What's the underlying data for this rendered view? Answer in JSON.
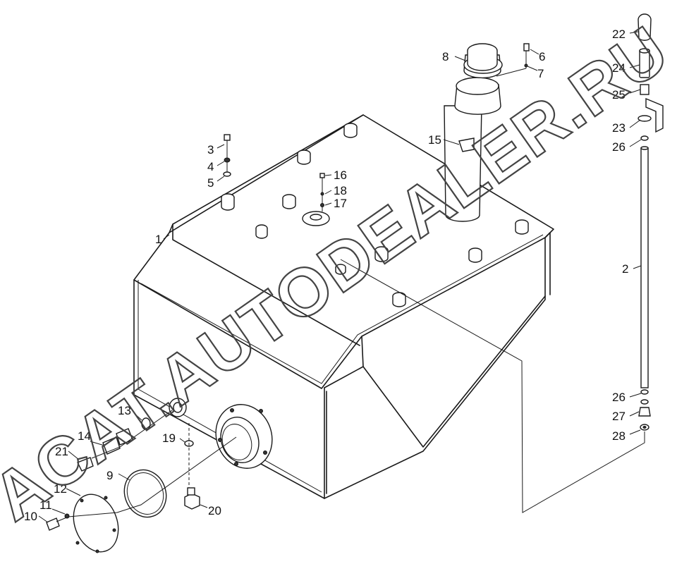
{
  "watermark": "ACAT.AUTODEALER.RU",
  "callouts": [
    {
      "id": "1",
      "label": "1"
    },
    {
      "id": "2",
      "label": "2"
    },
    {
      "id": "3",
      "label": "3"
    },
    {
      "id": "4",
      "label": "4"
    },
    {
      "id": "5",
      "label": "5"
    },
    {
      "id": "6",
      "label": "6"
    },
    {
      "id": "7",
      "label": "7"
    },
    {
      "id": "8",
      "label": "8"
    },
    {
      "id": "9",
      "label": "9"
    },
    {
      "id": "10",
      "label": "10"
    },
    {
      "id": "11",
      "label": "11"
    },
    {
      "id": "12",
      "label": "12"
    },
    {
      "id": "13",
      "label": "13"
    },
    {
      "id": "14",
      "label": "14"
    },
    {
      "id": "15",
      "label": "15"
    },
    {
      "id": "16",
      "label": "16"
    },
    {
      "id": "17",
      "label": "17"
    },
    {
      "id": "18",
      "label": "18"
    },
    {
      "id": "19",
      "label": "19"
    },
    {
      "id": "20",
      "label": "20"
    },
    {
      "id": "21",
      "label": "21"
    },
    {
      "id": "22",
      "label": "22"
    },
    {
      "id": "23",
      "label": "23"
    },
    {
      "id": "24",
      "label": "24"
    },
    {
      "id": "25",
      "label": "25"
    },
    {
      "id": "26a",
      "label": "26"
    },
    {
      "id": "26b",
      "label": "26"
    },
    {
      "id": "27",
      "label": "27"
    },
    {
      "id": "28",
      "label": "28"
    }
  ]
}
